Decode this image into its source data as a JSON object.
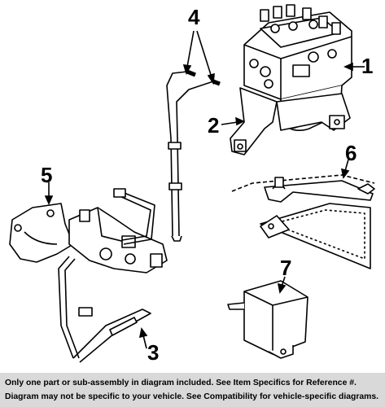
{
  "callouts": {
    "c1": "1",
    "c2": "2",
    "c3": "3",
    "c4": "4",
    "c5": "5",
    "c6": "6",
    "c7": "7"
  },
  "footer": {
    "line1": "Only one part or sub-assembly in diagram included. See Item Specifics for Reference #.",
    "line2": "Diagram may not be specific to your vehicle. See Compatibility for vehicle-specific diagrams."
  }
}
